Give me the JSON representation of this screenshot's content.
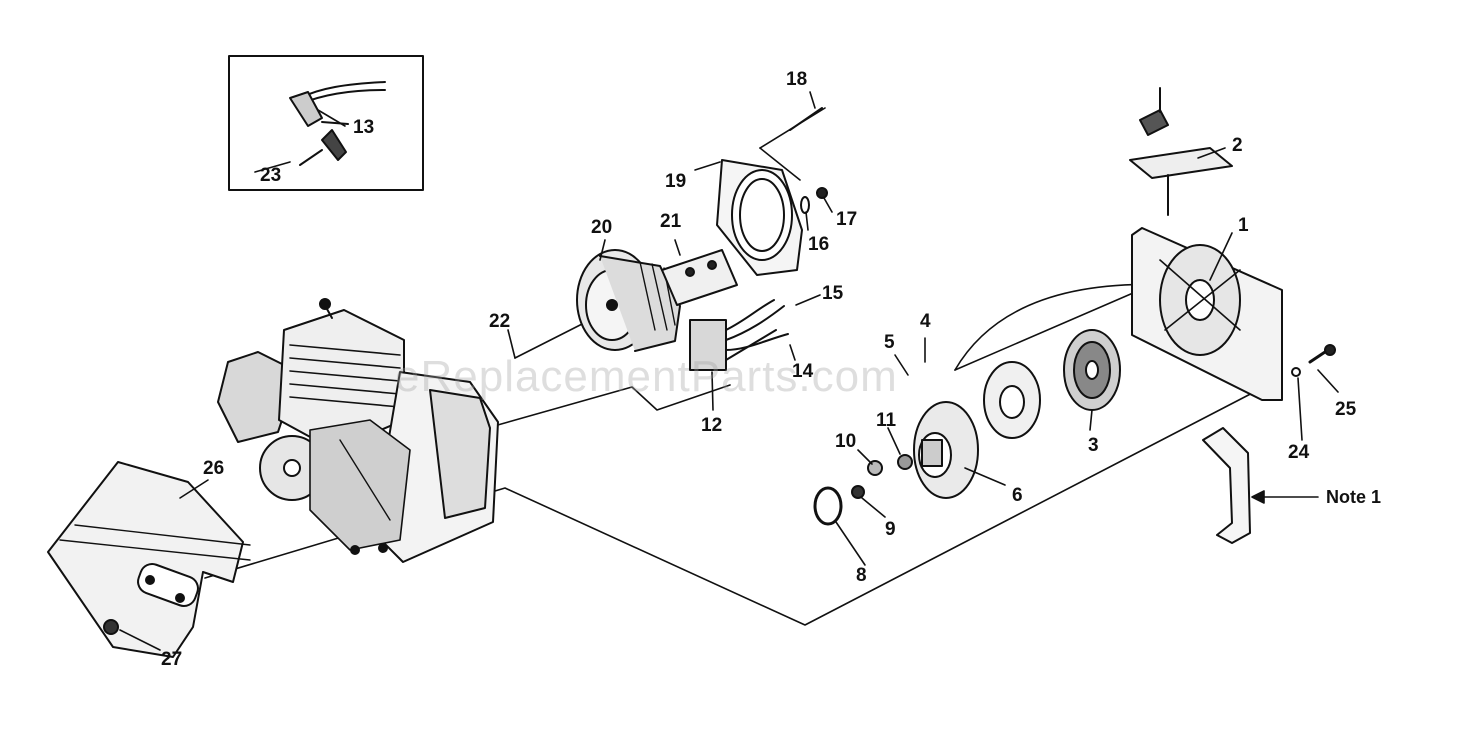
{
  "watermark": "eReplacementParts.com",
  "labels": {
    "p1": "1",
    "p2": "2",
    "p3": "3",
    "p4": "4",
    "p5": "5",
    "p6": "6",
    "p8": "8",
    "p9": "9",
    "p10": "10",
    "p11": "11",
    "p12": "12",
    "p13": "13",
    "p14": "14",
    "p15": "15",
    "p16": "16",
    "p17": "17",
    "p18": "18",
    "p19": "19",
    "p20": "20",
    "p21": "21",
    "p22": "22",
    "p23": "23",
    "p24": "24",
    "p25": "25",
    "p26": "26",
    "p27": "27",
    "note": "Note 1"
  }
}
